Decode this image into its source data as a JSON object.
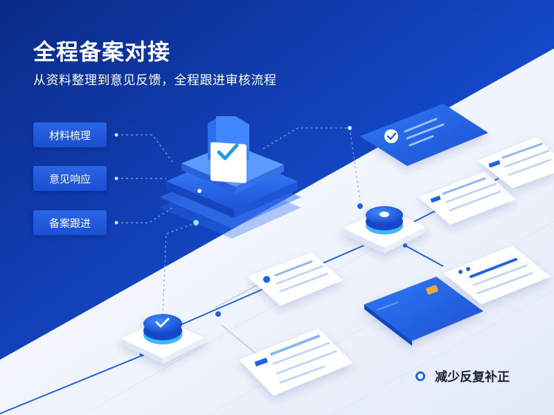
{
  "title": "全程备案对接",
  "subtitle": "从资料整理到意见反馈，全程跟进审核流程",
  "tags": [
    {
      "label": "材料梳理"
    },
    {
      "label": "意见响应"
    },
    {
      "label": "备案跟进"
    }
  ],
  "footer": {
    "label": "减少反复补正"
  },
  "colors": {
    "primary": "#1f63e8",
    "navy": "#0d2d8f",
    "light_panel": "#f4f7fd",
    "card_accent": "#8fb6f2",
    "chip": "#f0a93b"
  },
  "icons": [
    "folder-check-icon",
    "check-icon"
  ]
}
